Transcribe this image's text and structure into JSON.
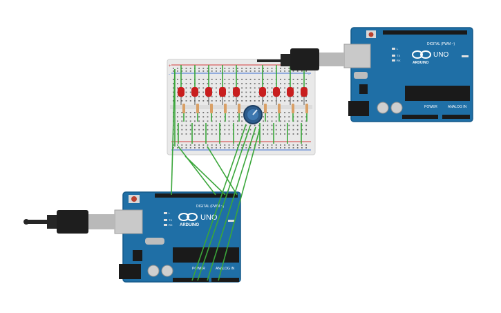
{
  "colors": {
    "board": "#1f6fa6",
    "board_edge": "#155a8a",
    "breadboard": "#e9e9e9",
    "wire": "#3aa63a",
    "led": "#c81e1e",
    "rail_red": "#d23b3b",
    "rail_blue": "#3b6fd2",
    "usb_plug": "#262626"
  },
  "arduino_top": {
    "brand": "ARDUINO",
    "model": "UNO",
    "digital_label": "DIGITAL (PWM ~)",
    "power_label": "POWER",
    "analog_label": "ANALOG IN",
    "tx_label": "TX",
    "rx_label": "RX",
    "l_label": "L"
  },
  "arduino_bottom": {
    "brand": "ARDUINO",
    "model": "UNO",
    "digital_label": "DIGITAL (PWM ~)",
    "power_label": "POWER",
    "analog_label": "ANALOG IN",
    "tx_label": "TX",
    "rx_label": "RX",
    "l_label": "L"
  },
  "breadboard": {
    "plus_label": "+",
    "minus_label": "-"
  },
  "icons": {
    "usb": "usb-cable-icon",
    "reset": "reset-button-icon",
    "logo": "infinity-logo-icon",
    "potentiometer": "potentiometer-icon"
  }
}
